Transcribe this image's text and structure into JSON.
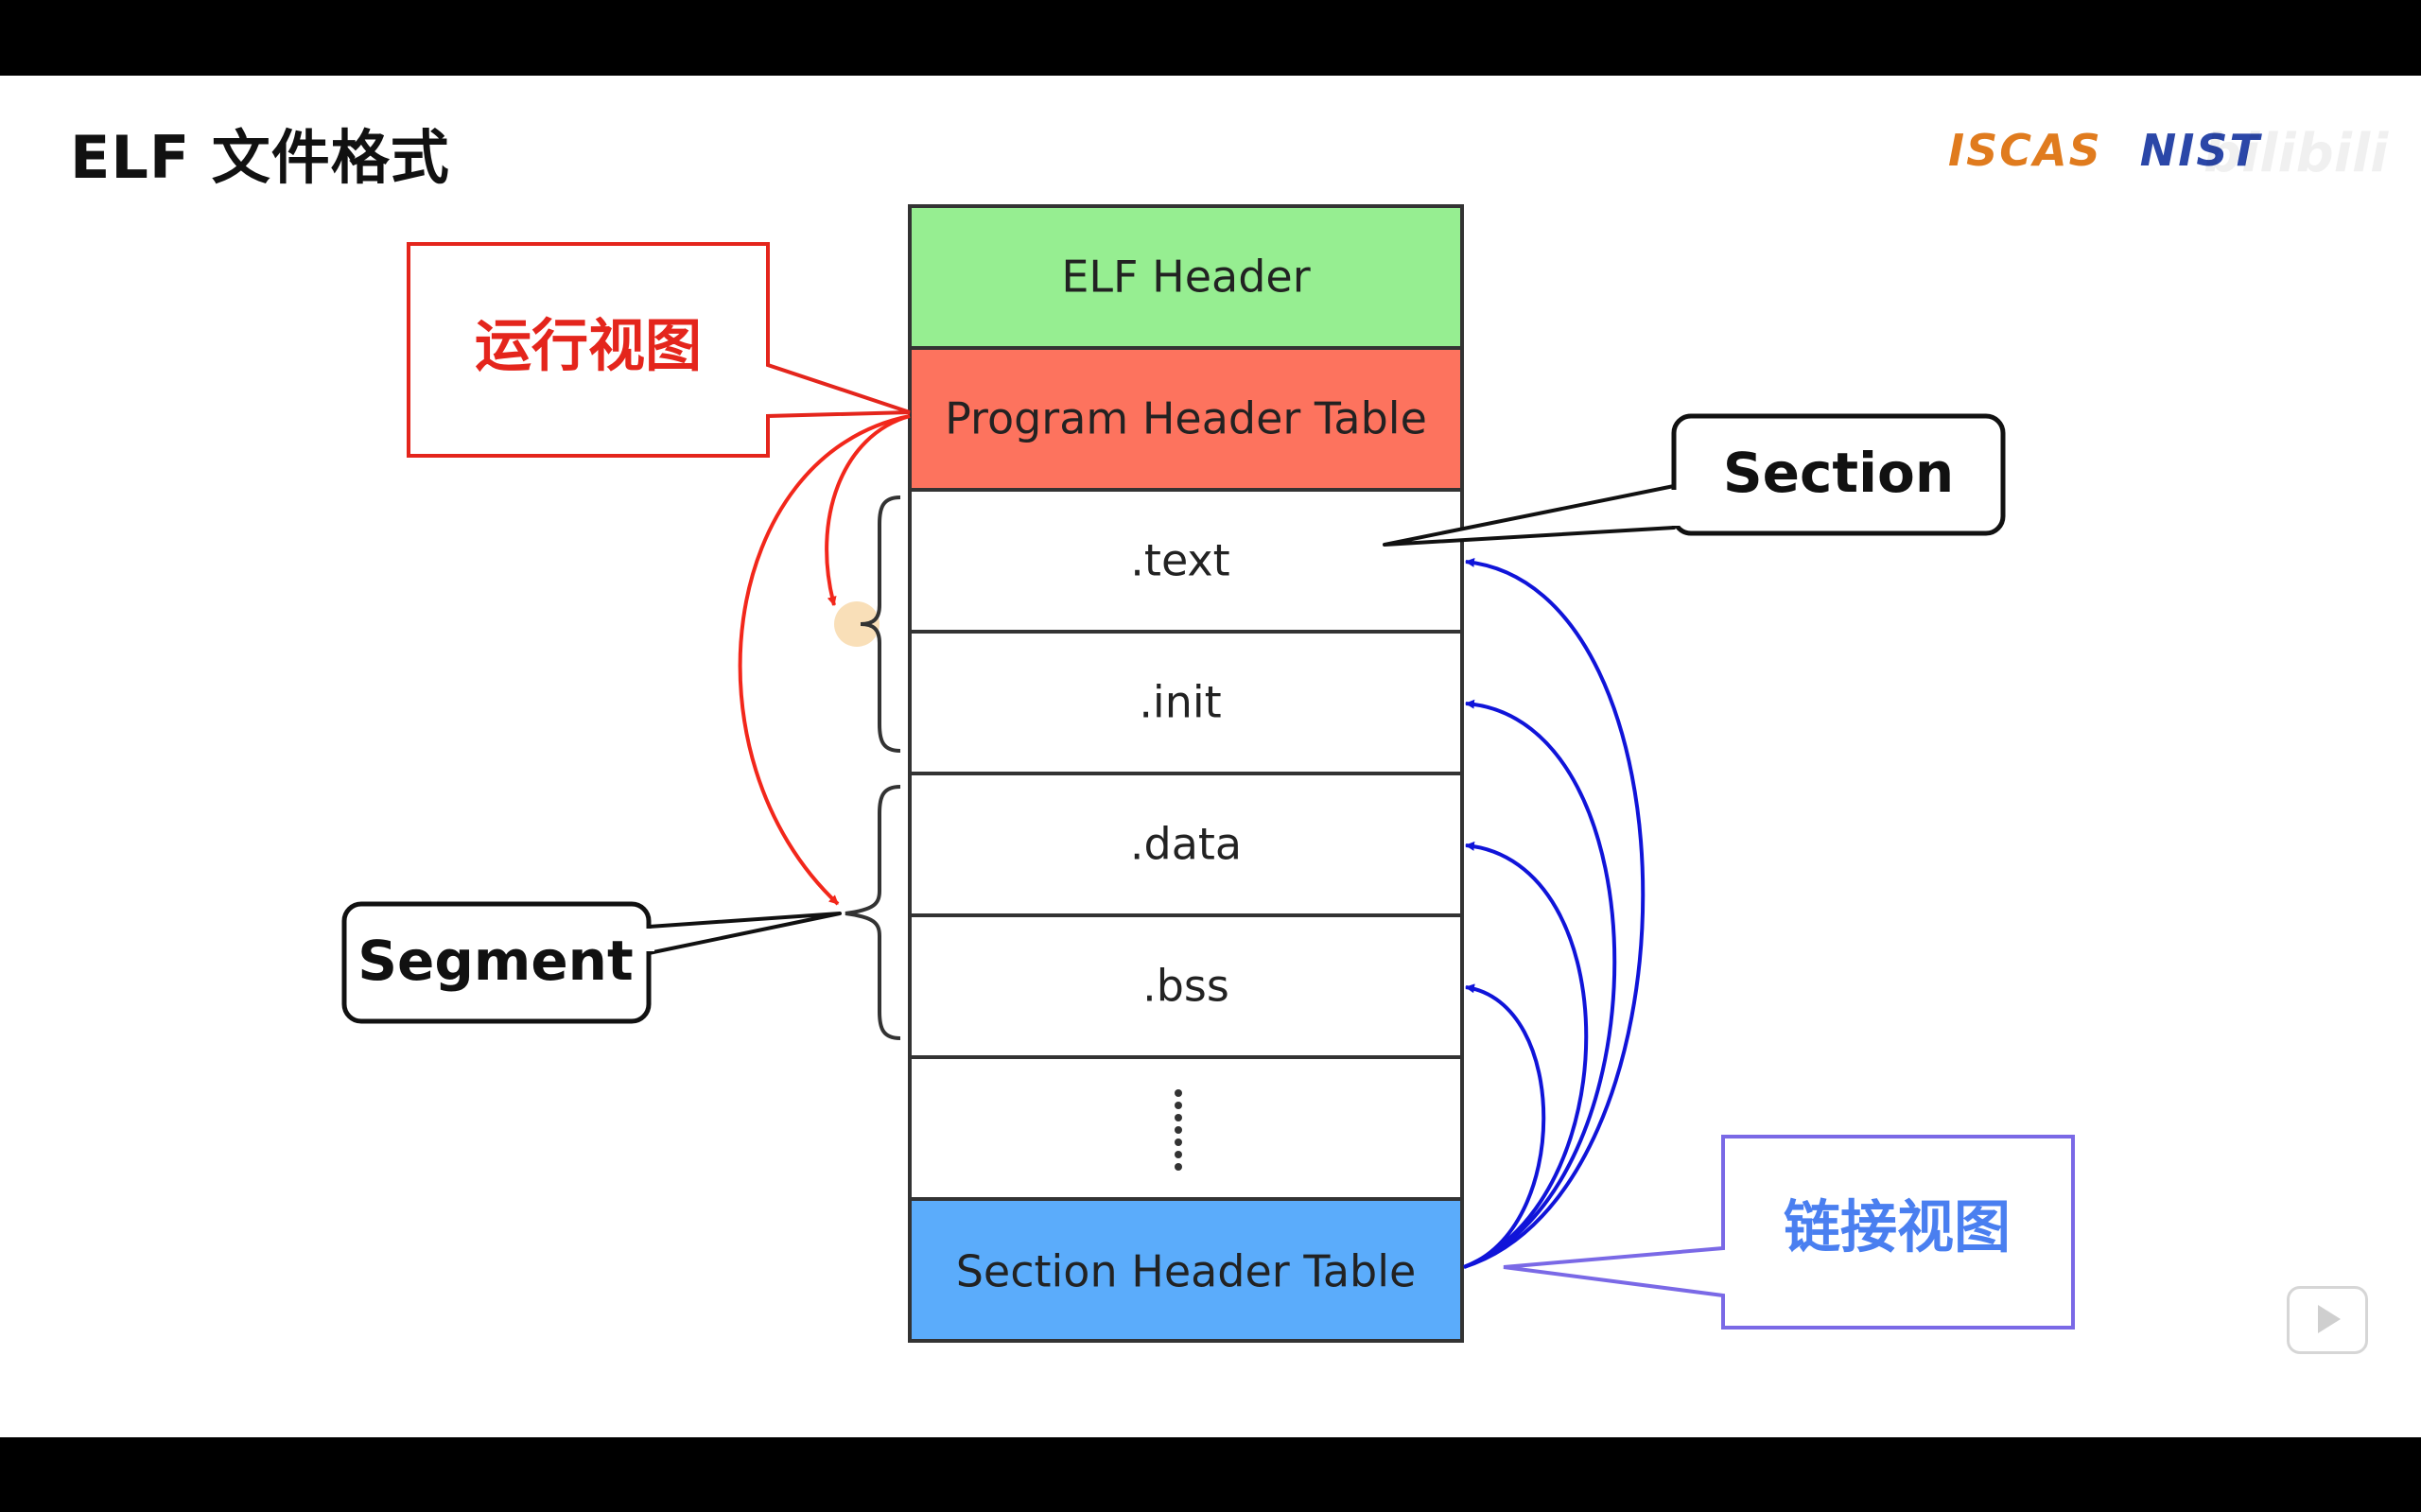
{
  "slide": {
    "title": "ELF 文件格式",
    "logo_left": "ISCAS",
    "logo_right": "NIST",
    "watermark": "bilibili"
  },
  "diagram": {
    "blocks": [
      {
        "label": "ELF Header",
        "color": "#96ee91"
      },
      {
        "label": "Program Header Table",
        "color": "#fd735e"
      },
      {
        "label": ".text",
        "color": "#ffffff"
      },
      {
        "label": ".init",
        "color": "#ffffff"
      },
      {
        "label": ".data",
        "color": "#ffffff"
      },
      {
        "label": ".bss",
        "color": "#ffffff"
      },
      {
        "label": "",
        "color": "#ffffff"
      },
      {
        "label": "Section Header Table",
        "color": "#5bacfb"
      }
    ],
    "callouts": {
      "run_view": {
        "label": "运行视图",
        "color": "#e4251c"
      },
      "section": {
        "label": "Section",
        "color": "#111111"
      },
      "segment": {
        "label": "Segment",
        "color": "#111111"
      },
      "link_view": {
        "label": "链接视图",
        "color": "#4a7ff0",
        "border": "#7a69e6"
      }
    },
    "arrow_colors": {
      "red": "#f2271b",
      "blue": "#1014d9"
    }
  }
}
